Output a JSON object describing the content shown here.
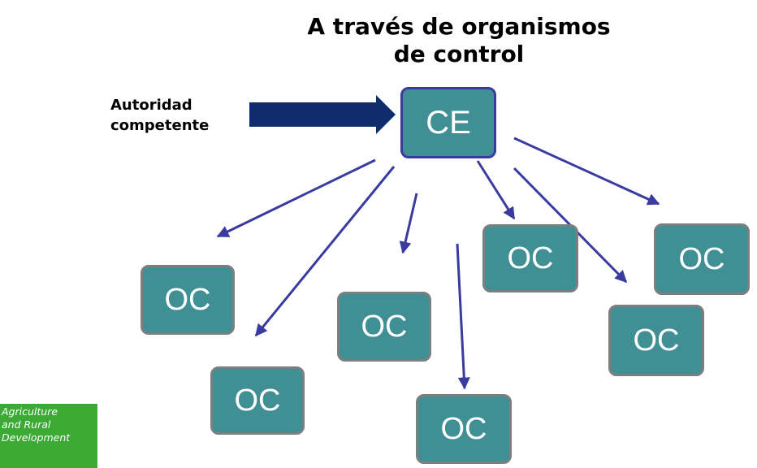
{
  "title": {
    "line1": "A través de organismos",
    "line2": "de control"
  },
  "authority": {
    "line1": "Autoridad",
    "line2": "competente"
  },
  "central_node": "CE",
  "control_nodes": [
    "OC",
    "OC",
    "OC",
    "OC",
    "OC",
    "OC",
    "OC"
  ],
  "logo": {
    "line1": "Agriculture",
    "line2": "and Rural",
    "line3": "Development"
  },
  "colors": {
    "box_fill": "#3f8f95",
    "box_border": "#7b7f80",
    "ce_border": "#3a3ba0",
    "arrow": "#3a3ba0",
    "big_arrow": "#0f2c6e",
    "logo_bg": "#3aaa35"
  }
}
